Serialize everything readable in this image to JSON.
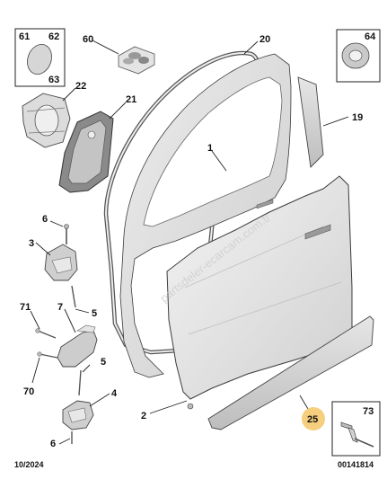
{
  "diagram": {
    "footer_date": "10/2024",
    "footer_ref": "00141814",
    "watermark": "partsdeler-ecarcam.com.tr",
    "highlight_color": "#f5cf7e",
    "callouts": {
      "p1": "1",
      "p2": "2",
      "p3": "3",
      "p4": "4",
      "p5a": "5",
      "p5b": "5",
      "p6a": "6",
      "p6b": "6",
      "p7": "7",
      "p19": "19",
      "p20": "20",
      "p21": "21",
      "p22": "22",
      "p25": "25",
      "p60": "60",
      "p61": "61",
      "p62": "62",
      "p63": "63",
      "p64": "64",
      "p70": "70",
      "p71": "71",
      "p73": "73"
    }
  }
}
